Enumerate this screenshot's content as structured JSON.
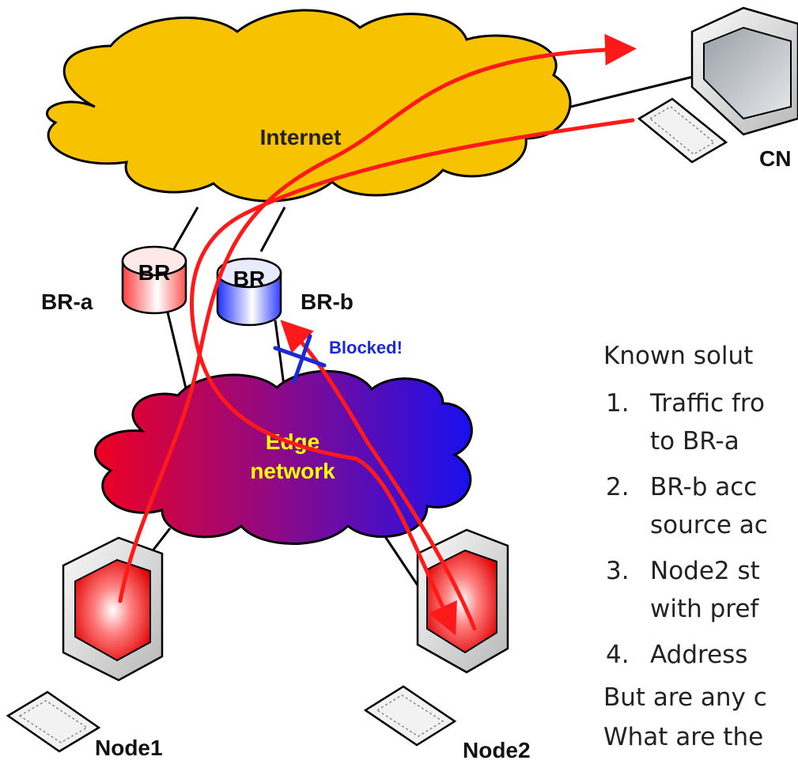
{
  "labels": {
    "internet": "Internet",
    "cn": "CN",
    "br_a": "BR-a",
    "br_b": "BR-b",
    "br": "BR",
    "blocked": "Blocked!",
    "edge_line1": "Edge",
    "edge_line2": "network",
    "node1": "Node1",
    "node2": "Node2"
  },
  "text": {
    "intro": "Known solut",
    "items": [
      {
        "num": "1.",
        "line1": "Traffic fro",
        "line2": "to BR-a"
      },
      {
        "num": "2.",
        "line1": "BR-b acc",
        "line2": "source ac"
      },
      {
        "num": "3.",
        "line1": "Node2 st",
        "line2": "with pref"
      },
      {
        "num": "4.",
        "line1": "Address"
      }
    ],
    "footer1": "But are any c",
    "footer2": "What are the"
  },
  "colors": {
    "internet_cloud": "#f7c200",
    "flow_arrow": "#ff1a1a",
    "blocked": "#1a2bd6",
    "edge_gradient_left": "#e8002a",
    "edge_gradient_right": "#1a10ee",
    "edge_label": "#ffff00",
    "br_a": "#ff7070",
    "br_b": "#4a5cff"
  },
  "icons": [
    "computer-cn-icon",
    "keyboard-icon",
    "router-icon",
    "computer-node-icon"
  ]
}
